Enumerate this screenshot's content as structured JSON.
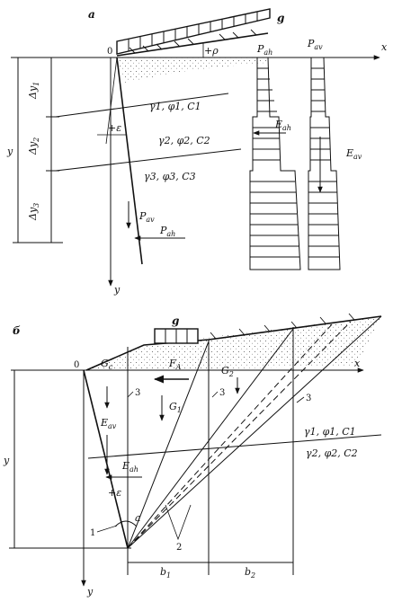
{
  "top": {
    "panel_letter": "a",
    "origin": "0",
    "axis_x": "x",
    "axis_y": "y",
    "load": "g",
    "rho": "+ρ",
    "eps": "+ε",
    "dy1": "Δy",
    "dy1_sub": "1",
    "dy2": "Δy",
    "dy2_sub": "2",
    "dy3": "Δy",
    "dy3_sub": "3",
    "y_dim": "y",
    "layer1": "γ1, φ1, C1",
    "layer2": "γ2, φ2, C2",
    "layer3": "γ3, φ3, C3",
    "pah_top": "P",
    "pah_top_sub": "ah",
    "pav_top": "P",
    "pav_top_sub": "av",
    "eah": "E",
    "eah_sub": "ah",
    "eav": "E",
    "eav_sub": "av",
    "pav_wall": "P",
    "pav_wall_sub": "av",
    "pah_wall": "P",
    "pah_wall_sub": "ah"
  },
  "bottom": {
    "panel_letter": "б",
    "origin": "0",
    "axis_x": "x",
    "axis_y": "y",
    "load": "g",
    "gc": "G",
    "gc_sub": "c",
    "fa": "F",
    "fa_sub": "A",
    "g1": "G",
    "g1_sub": "1",
    "g2": "G",
    "g2_sub": "2",
    "eav": "E",
    "eav_sub": "av",
    "eah": "E",
    "eah_sub": "ah",
    "eps": "+ε",
    "alpha": "a",
    "three_a": "3",
    "three_b": "3",
    "three_c": "3",
    "one": "1",
    "two": "2",
    "y_dim": "y",
    "b1": "b",
    "b1_sub": "1",
    "b2": "b",
    "b2_sub": "2",
    "layer1": "γ1, φ1, C1",
    "layer2": "γ2, φ2, C2"
  }
}
